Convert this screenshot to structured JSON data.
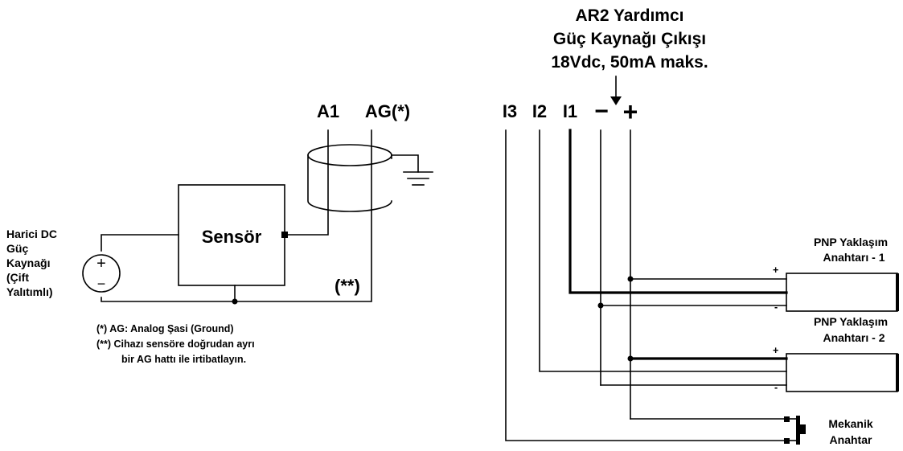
{
  "supply": {
    "title_line1": "AR2 Yardımcı",
    "title_line2": "Güç Kaynağı Çıkışı",
    "title_line3": "18Vdc, 50mA maks."
  },
  "terminals": {
    "a1": "A1",
    "ag": "AG(*)",
    "i3": "I3",
    "i2": "I2",
    "i1": "I1",
    "minus": "−",
    "plus": "+"
  },
  "sensor": {
    "label": "Sensör"
  },
  "ext_supply": {
    "line1": "Harici DC",
    "line2": "Güç",
    "line3": "Kaynağı",
    "line4": "(Çift",
    "line5": "Yalıtımlı)",
    "plus": "+",
    "minus": "−"
  },
  "double_star": "(**)",
  "notes": {
    "note1": "(*) AG: Analog Şasi (Ground)",
    "note2": "(**) Cihazı sensöre doğrudan ayrı",
    "note3": "bir AG hattı ile irtibatlayın."
  },
  "pnp1": {
    "line1": "PNP Yaklaşım",
    "line2": "Anahtarı - 1",
    "plus": "+",
    "minus": "-"
  },
  "pnp2": {
    "line1": "PNP Yaklaşım",
    "line2": "Anahtarı - 2",
    "plus": "+",
    "minus": "-"
  },
  "mech": {
    "line1": "Mekanik",
    "line2": "Anahtar"
  }
}
